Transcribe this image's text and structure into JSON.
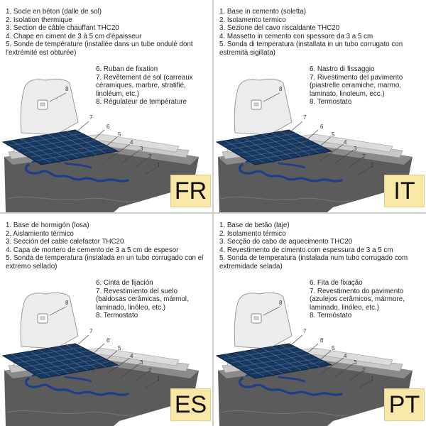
{
  "panels": [
    {
      "code": "FR",
      "items": [
        "1. Socle en béton (dalle de sol)",
        "2. Isolation thermique",
        "3. Section de câble chauffant THC20",
        "4. Chape en ciment de 3 à 5 cm d'épaisseur",
        "5. Sonde de température (installée dans un tube ondulé dont l'extrémité est obturée)",
        "6. Ruban de fixation",
        "7. Revêtement de sol (carreaux céramiques, marbre, stratifié, linoléum, etc.)",
        "8. Régulateur de température"
      ]
    },
    {
      "code": "IT",
      "items": [
        "1. Base in cemento (soletta)",
        "2. Isolamento termico",
        "3. Sezione del cavo riscaldante THC20",
        "4. Massetto in cemento con spessore da 3 a 5 cm",
        "5. Sonda di temperatura (installata in un tubo corrugato con estremità sigillata)",
        "6. Nastro di fissaggio",
        "7. Rivestimento del pavimento (piastrelle ceramiche, marmo, laminato, linoleum, ecc.)",
        "8. Termostato"
      ]
    },
    {
      "code": "ES",
      "items": [
        "1. Base de hormigón (losa)",
        "2. Aislamiento térmico",
        "3. Sección del cable calefactor THC20",
        "4. Capa de mortero de cemento de 3 a 5 cm de espesor",
        "5. Sonda de temperatura (instalada en un tubo corrugado con el extremo sellado)",
        "6. Cinta de fijación",
        "7. Revestimiento del suelo (baldosas cerámicas, mármol, laminado, linóleo, etc.)",
        "8. Termostato"
      ]
    },
    {
      "code": "PT",
      "items": [
        "1. Base de betão (laje)",
        "2. Isolamento térmico",
        "3. Secção do cabo de aquecimento THC20",
        "4. Revestimento de cimento com espessura de 3 a 5 cm",
        "5. Sonda de temperatura (instalada num tubo corrugado com extremidade selada)",
        "6. Fita de fixação",
        "7. Revestimento do pavimento (azulejos cerâmicos, mármore, laminado, linóleo, etc.)",
        "8. Termóstato"
      ]
    }
  ],
  "callouts": [
    "1",
    "2",
    "3",
    "4",
    "5",
    "6",
    "7",
    "8"
  ]
}
